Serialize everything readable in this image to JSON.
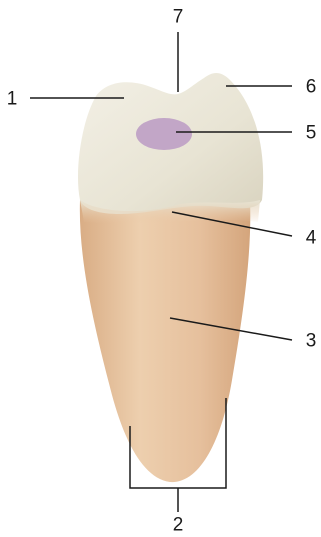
{
  "labels": {
    "l1": "1",
    "l2": "2",
    "l3": "3",
    "l4": "4",
    "l5": "5",
    "l6": "6",
    "l7": "7"
  },
  "colors": {
    "crown": "#ece8da",
    "root": "#e9c7a4",
    "facet": "#c2a6c7",
    "leader": "#1a1a1a"
  }
}
